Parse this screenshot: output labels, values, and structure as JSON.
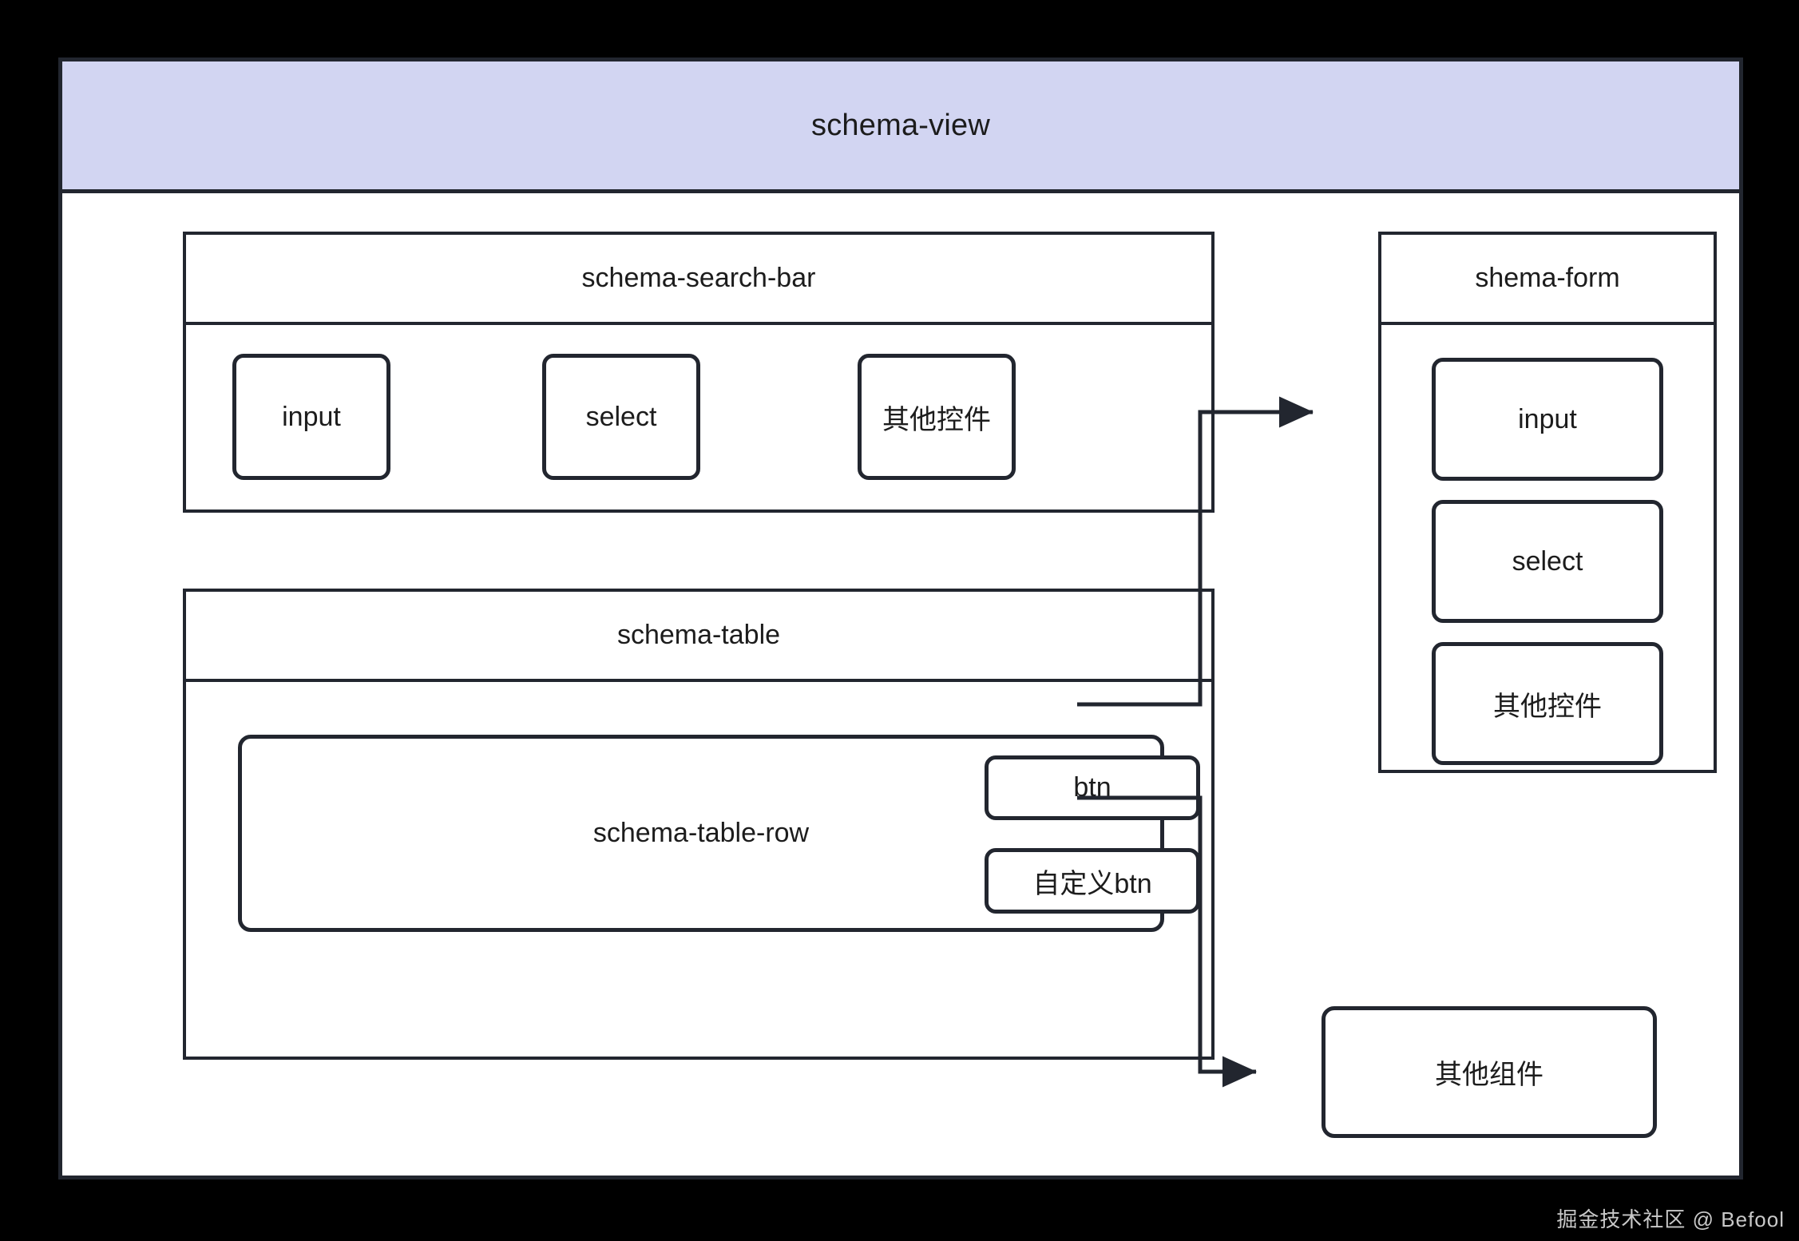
{
  "diagram": {
    "title": "schema-view",
    "title_band_color": "#d2d5f2",
    "stroke_color": "#22262f",
    "canvas_color": "#ffffff",
    "background_color": "#000000"
  },
  "search_bar": {
    "title": "schema-search-bar",
    "controls": [
      {
        "label": "input"
      },
      {
        "label": "select"
      },
      {
        "label": "其他控件"
      }
    ]
  },
  "table": {
    "title": "schema-table",
    "row_label": "schema-table-row",
    "buttons": [
      {
        "label": "btn"
      },
      {
        "label": "自定义btn"
      }
    ]
  },
  "form": {
    "title": "shema-form",
    "controls": [
      {
        "label": "input"
      },
      {
        "label": "select"
      },
      {
        "label": "其他控件"
      }
    ]
  },
  "other_component": {
    "label": "其他组件"
  },
  "connections": [
    {
      "from": "btn",
      "to": "shema-form"
    },
    {
      "from": "自定义btn",
      "to": "其他组件"
    }
  ],
  "watermark": {
    "text": "掘金技术社区 @ Befool"
  }
}
